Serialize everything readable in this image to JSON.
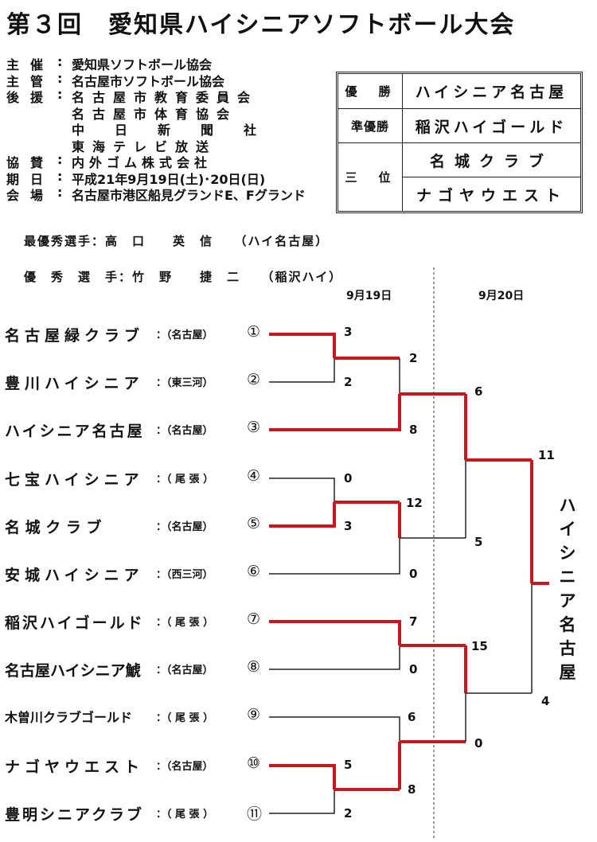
{
  "title": "第３回　愛知県ハイシニアソフトボール大会",
  "organizers": [
    {
      "label": "主催",
      "value": "愛知県ソフトボール協会"
    },
    {
      "label": "主管",
      "value": "名古屋市ソフトボール協会"
    },
    {
      "label": "後援",
      "value": "名古屋市教育委員会"
    },
    {
      "label": "",
      "value": "名古屋市体育協会"
    },
    {
      "label": "",
      "value": "中日新聞社"
    },
    {
      "label": "",
      "value": "東海テレビ放送"
    },
    {
      "label": "協賛",
      "value": "内外ゴム株式会社"
    },
    {
      "label": "期日",
      "value": "平成21年9月19日(土)･20日(日)"
    },
    {
      "label": "会場",
      "value": "名古屋市港区船見グランドE、Fグランド"
    }
  ],
  "results": {
    "winner_label": "優　勝",
    "winner": "ハイシニア名古屋",
    "runner_up_label": "準優勝",
    "runner_up": "稲沢ハイゴールド",
    "third_label": "三　位",
    "third": [
      "名城クラブ",
      "ナゴヤウエスト"
    ]
  },
  "awards": {
    "mvp": "最優秀選手：高　口　　英　信　　（ハイ名古屋）",
    "excellent": "優　秀　選　手：竹　野　　捷　二　　（稲沢ハイ）"
  },
  "dates": {
    "day1": "9月19日",
    "day2": "9月20日"
  },
  "teams": [
    {
      "name": "名古屋緑クラブ",
      "region": "：（名古屋）",
      "seed": "①"
    },
    {
      "name": "豊川ハイシニア",
      "region": "：（東三河）",
      "seed": "②"
    },
    {
      "name": "ハイシニア名古屋",
      "region": "：（名古屋）",
      "seed": "③"
    },
    {
      "name": "七宝ハイシニア",
      "region": "：（ 尾 張 ）",
      "seed": "④"
    },
    {
      "name": "名 城 ク ラ ブ",
      "region": "：（名古屋）",
      "seed": "⑤"
    },
    {
      "name": "安城ハイシニア",
      "region": "：（西三河）",
      "seed": "⑥"
    },
    {
      "name": "稲沢ハイゴールド",
      "region": "：（ 尾 張 ）",
      "seed": "⑦"
    },
    {
      "name": "名古屋ハイシニア鯱",
      "region": "：（名古屋）",
      "seed": "⑧"
    },
    {
      "name": "木曽川クラブゴールド",
      "region": "：（ 尾 張 ）",
      "seed": "⑨"
    },
    {
      "name": "ナゴヤウエスト",
      "region": "：（名古屋）",
      "seed": "⑩"
    },
    {
      "name": "豊明シニアクラブ",
      "region": "：（ 尾 張 ）",
      "seed": "⑪"
    }
  ],
  "scores": [
    "3",
    "2",
    "2",
    "8",
    "6",
    "0",
    "3",
    "12",
    "0",
    "5",
    "11",
    "7",
    "0",
    "15",
    "6",
    "5",
    "8",
    "2",
    "0",
    "4"
  ],
  "champion": "ハイシニア名古屋",
  "colors": {
    "winner_line": "#c8161d",
    "line": "#222222"
  }
}
